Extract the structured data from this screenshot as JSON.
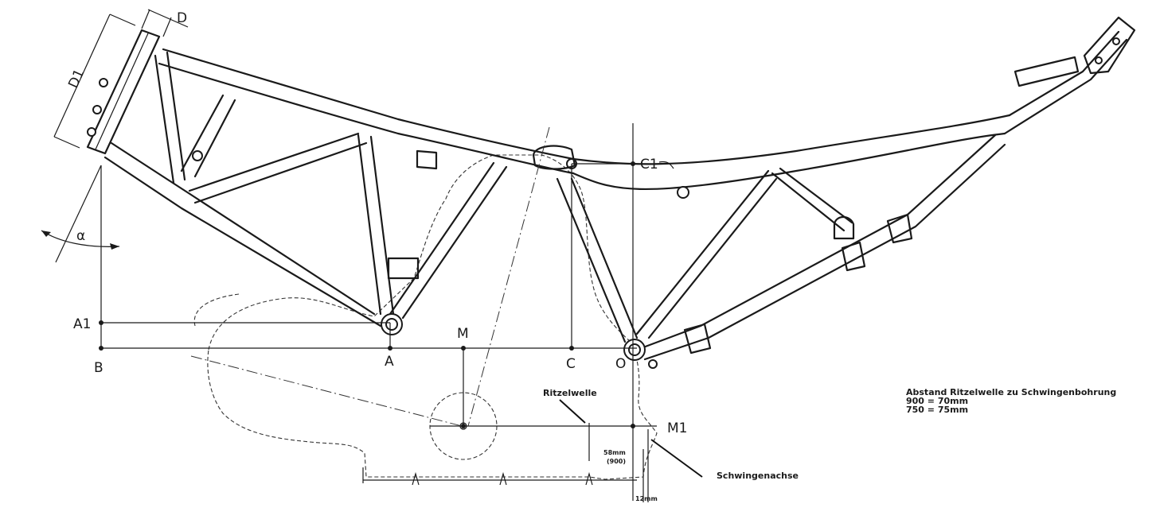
{
  "labels": {
    "d": "D",
    "d1": "D1",
    "c1": "C1",
    "alpha": "α",
    "a1": "A1",
    "b": "B",
    "a": "A",
    "m": "M",
    "c": "C",
    "o": "O",
    "m1": "M1"
  },
  "annotations": {
    "ritzelwelle": "Ritzelwelle",
    "schwingenachse": "Schwingenachse",
    "dim_58": "58mm",
    "dim_58_sub": "(900)",
    "dim_12": "12mm"
  },
  "note": {
    "line1": "Abstand Ritzelwelle zu Schwingenbohrung",
    "line2": "900 = 70mm",
    "line3": "750 = 75mm"
  }
}
